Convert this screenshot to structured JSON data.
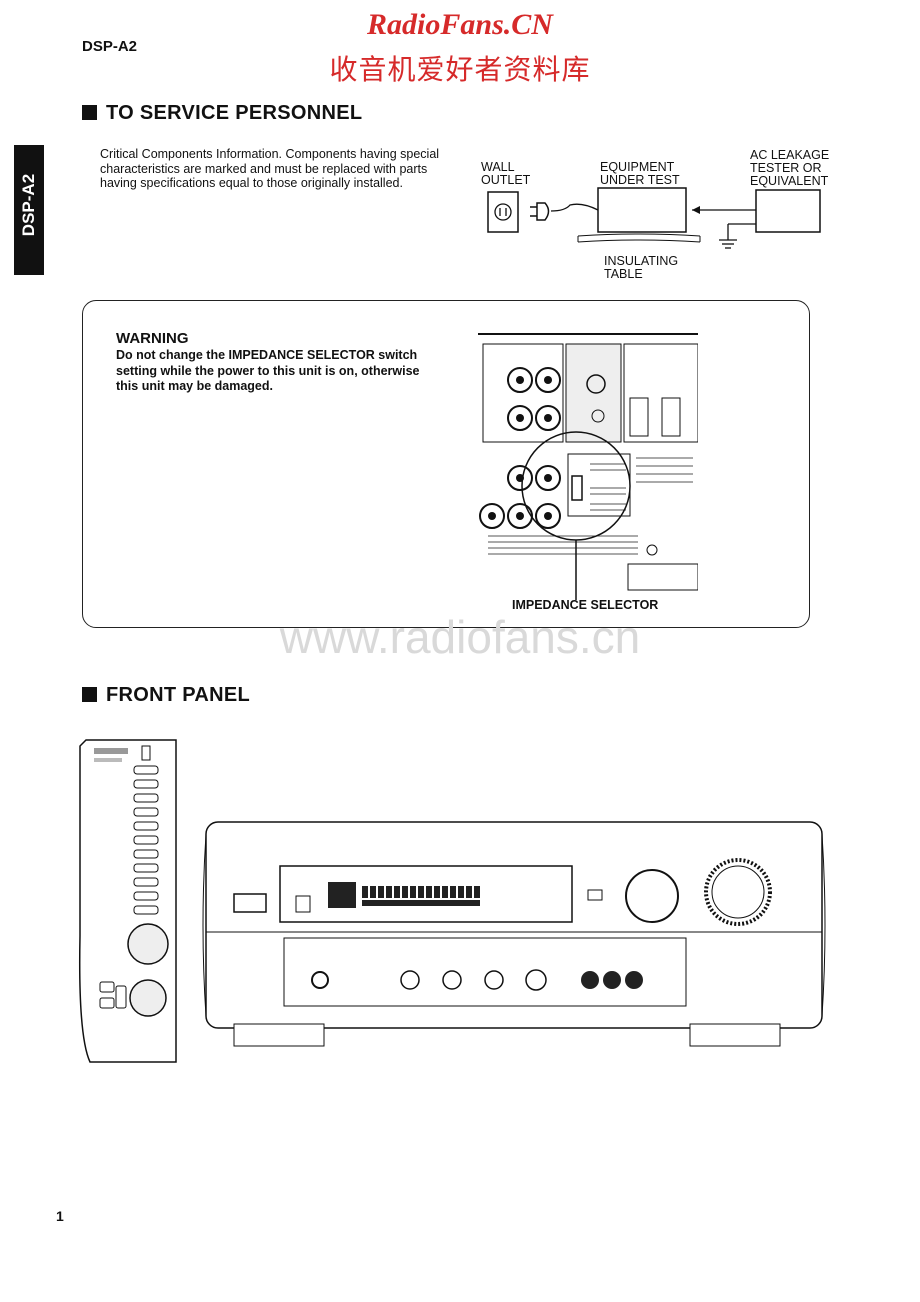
{
  "watermark": {
    "title": "RadioFans.CN",
    "subtitle": "收音机爱好者资料库",
    "url": "www.radiofans.cn"
  },
  "header": {
    "model": "DSP-A2",
    "side_tab": "DSP-A2"
  },
  "service": {
    "heading": "TO SERVICE PERSONNEL",
    "paragraph": "Critical Components Information. Components having special characteristics are marked and must be replaced with parts having specifications equal to those originally installed.",
    "diagram": {
      "wall_outlet": "WALL OUTLET",
      "equipment": "EQUIPMENT UNDER TEST",
      "leakage_tester": "AC LEAKAGE TESTER OR EQUIVALENT",
      "table": "INSULATING TABLE"
    }
  },
  "warning": {
    "title": "WARNING",
    "text": "Do not change the IMPEDANCE SELECTOR switch setting while the power to this unit is on, otherwise this unit may be damaged.",
    "selector_label": "IMPEDANCE SELECTOR"
  },
  "front_panel": {
    "heading": "FRONT PANEL"
  },
  "footer": {
    "page_number": "1"
  }
}
